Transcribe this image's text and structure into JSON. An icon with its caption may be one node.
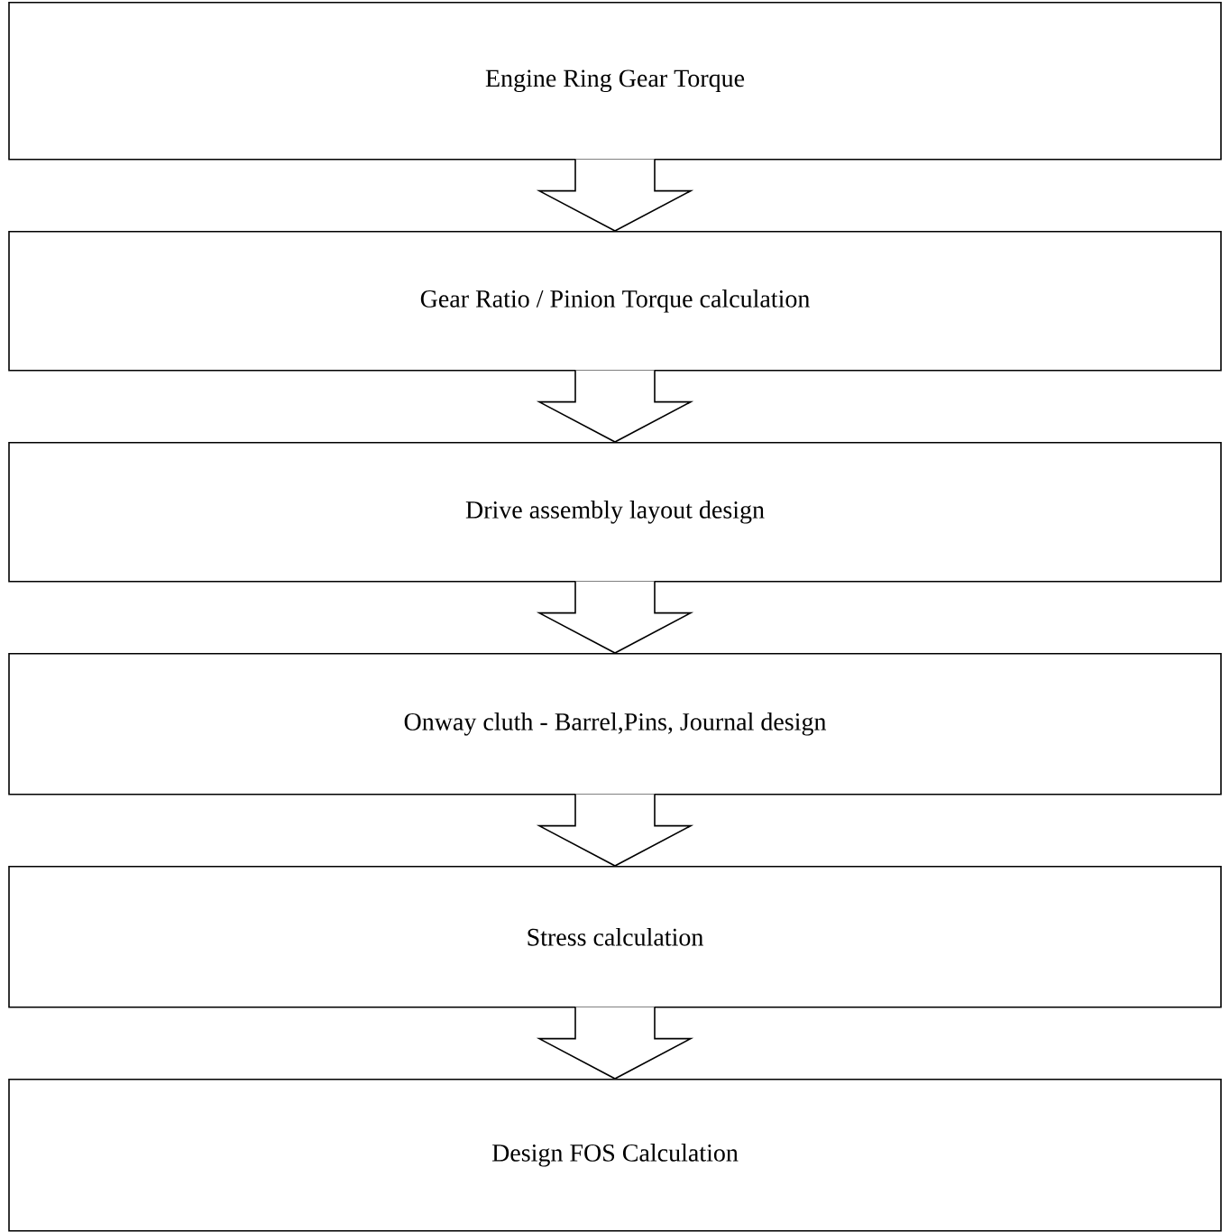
{
  "diagram": {
    "nodes": [
      {
        "text": [
          "Engine Ring Gear Torque"
        ]
      },
      {
        "text": [
          "Gear Ratio / Pinion Torque calculation"
        ]
      },
      {
        "text": [
          "Drive assembly layout design"
        ]
      },
      {
        "text": [
          "Onway cluth - Barrel,Pins, Journal design"
        ]
      },
      {
        "text": [
          "Stress calculation"
        ]
      },
      {
        "text": [
          "Design FOS Calculation"
        ]
      }
    ],
    "edges": [
      {
        "from": 0,
        "to": 1,
        "arrow": "to"
      },
      {
        "from": 1,
        "to": 2,
        "arrow": "to"
      },
      {
        "from": 2,
        "to": 3,
        "arrow": "to"
      },
      {
        "from": 3,
        "to": 4,
        "arrow": "to"
      },
      {
        "from": 4,
        "to": 5,
        "arrow": "to"
      }
    ]
  }
}
